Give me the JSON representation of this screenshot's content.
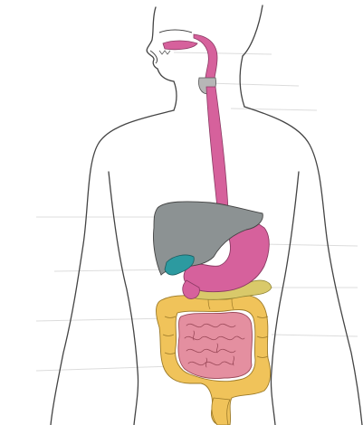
{
  "diagram": {
    "labels": [],
    "organs": [
      {
        "id": "mouth-tongue",
        "color": "#d6619c"
      },
      {
        "id": "pharynx",
        "color": "#d6619c"
      },
      {
        "id": "esophagus",
        "color": "#d6619c"
      },
      {
        "id": "liver",
        "color": "#8c9293"
      },
      {
        "id": "gallbladder",
        "color": "#2c9aa0"
      },
      {
        "id": "stomach",
        "color": "#d6619c"
      },
      {
        "id": "pancreas",
        "color": "#d9c96a"
      },
      {
        "id": "small-intestine",
        "color": "#e48fa0"
      },
      {
        "id": "large-intestine",
        "color": "#f0c35a"
      },
      {
        "id": "rectum",
        "color": "#f0c35a"
      }
    ],
    "colors": {
      "outline": "#444444",
      "leader_line": "#d8d8d8",
      "background": "#ffffff"
    }
  }
}
